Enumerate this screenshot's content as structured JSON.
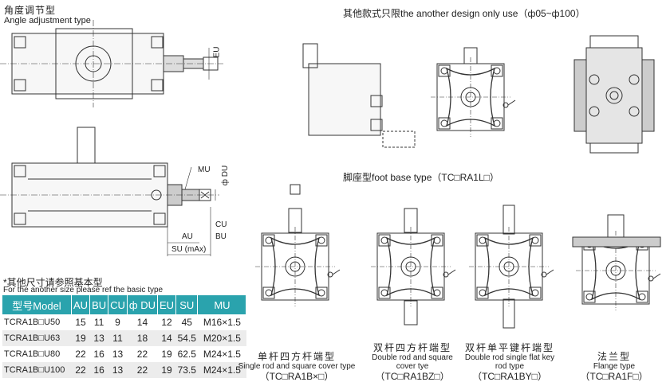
{
  "left_title": {
    "cn": "角度调节型",
    "en": "Angle adjustment type"
  },
  "right_title": "其他款式只限the another design only use（ф05~ф100）",
  "foot_base_title": "脚座型foot base type（TC□RA1L□）",
  "dimension_labels": {
    "eu": "EU",
    "mu": "MU",
    "du": "ф DU",
    "au": "AU",
    "cu": "CU",
    "bu": "BU",
    "su": "SU (mAx)"
  },
  "note": {
    "cn": "*其他尺寸请参照基本型",
    "en": "For the another size please ref the basic type"
  },
  "table": {
    "headers": [
      "型号Model",
      "AU",
      "BU",
      "CU",
      "ф DU",
      "EU",
      "SU",
      "MU"
    ],
    "rows": [
      [
        "TCRA1B□U50",
        "15",
        "11",
        "9",
        "14",
        "12",
        "45",
        "M16×1.5"
      ],
      [
        "TCRA1B□U63",
        "19",
        "13",
        "11",
        "18",
        "14",
        "54.5",
        "M20×1.5"
      ],
      [
        "TCRA1B□U80",
        "22",
        "16",
        "13",
        "22",
        "19",
        "62.5",
        "M24×1.5"
      ],
      [
        "TCRA1B□U100",
        "22",
        "16",
        "13",
        "22",
        "19",
        "73.5",
        "M24×1.5"
      ]
    ]
  },
  "variants": [
    {
      "cn": "单杆四方杆端型",
      "en": "Single rod and square cover type",
      "code": "（TC□RA1B×□）"
    },
    {
      "cn": "双杆四方杆端型",
      "en": "Double rod and square cover tye",
      "code": "（TC□RA1BZ□）"
    },
    {
      "cn": "双杆单平键杆端型",
      "en": "Double rod single flat key rod type",
      "code": "（TC□RA1BY□）"
    },
    {
      "cn": "法兰型",
      "en": "Flange type",
      "code": "（TC□RA1F□）"
    }
  ]
}
